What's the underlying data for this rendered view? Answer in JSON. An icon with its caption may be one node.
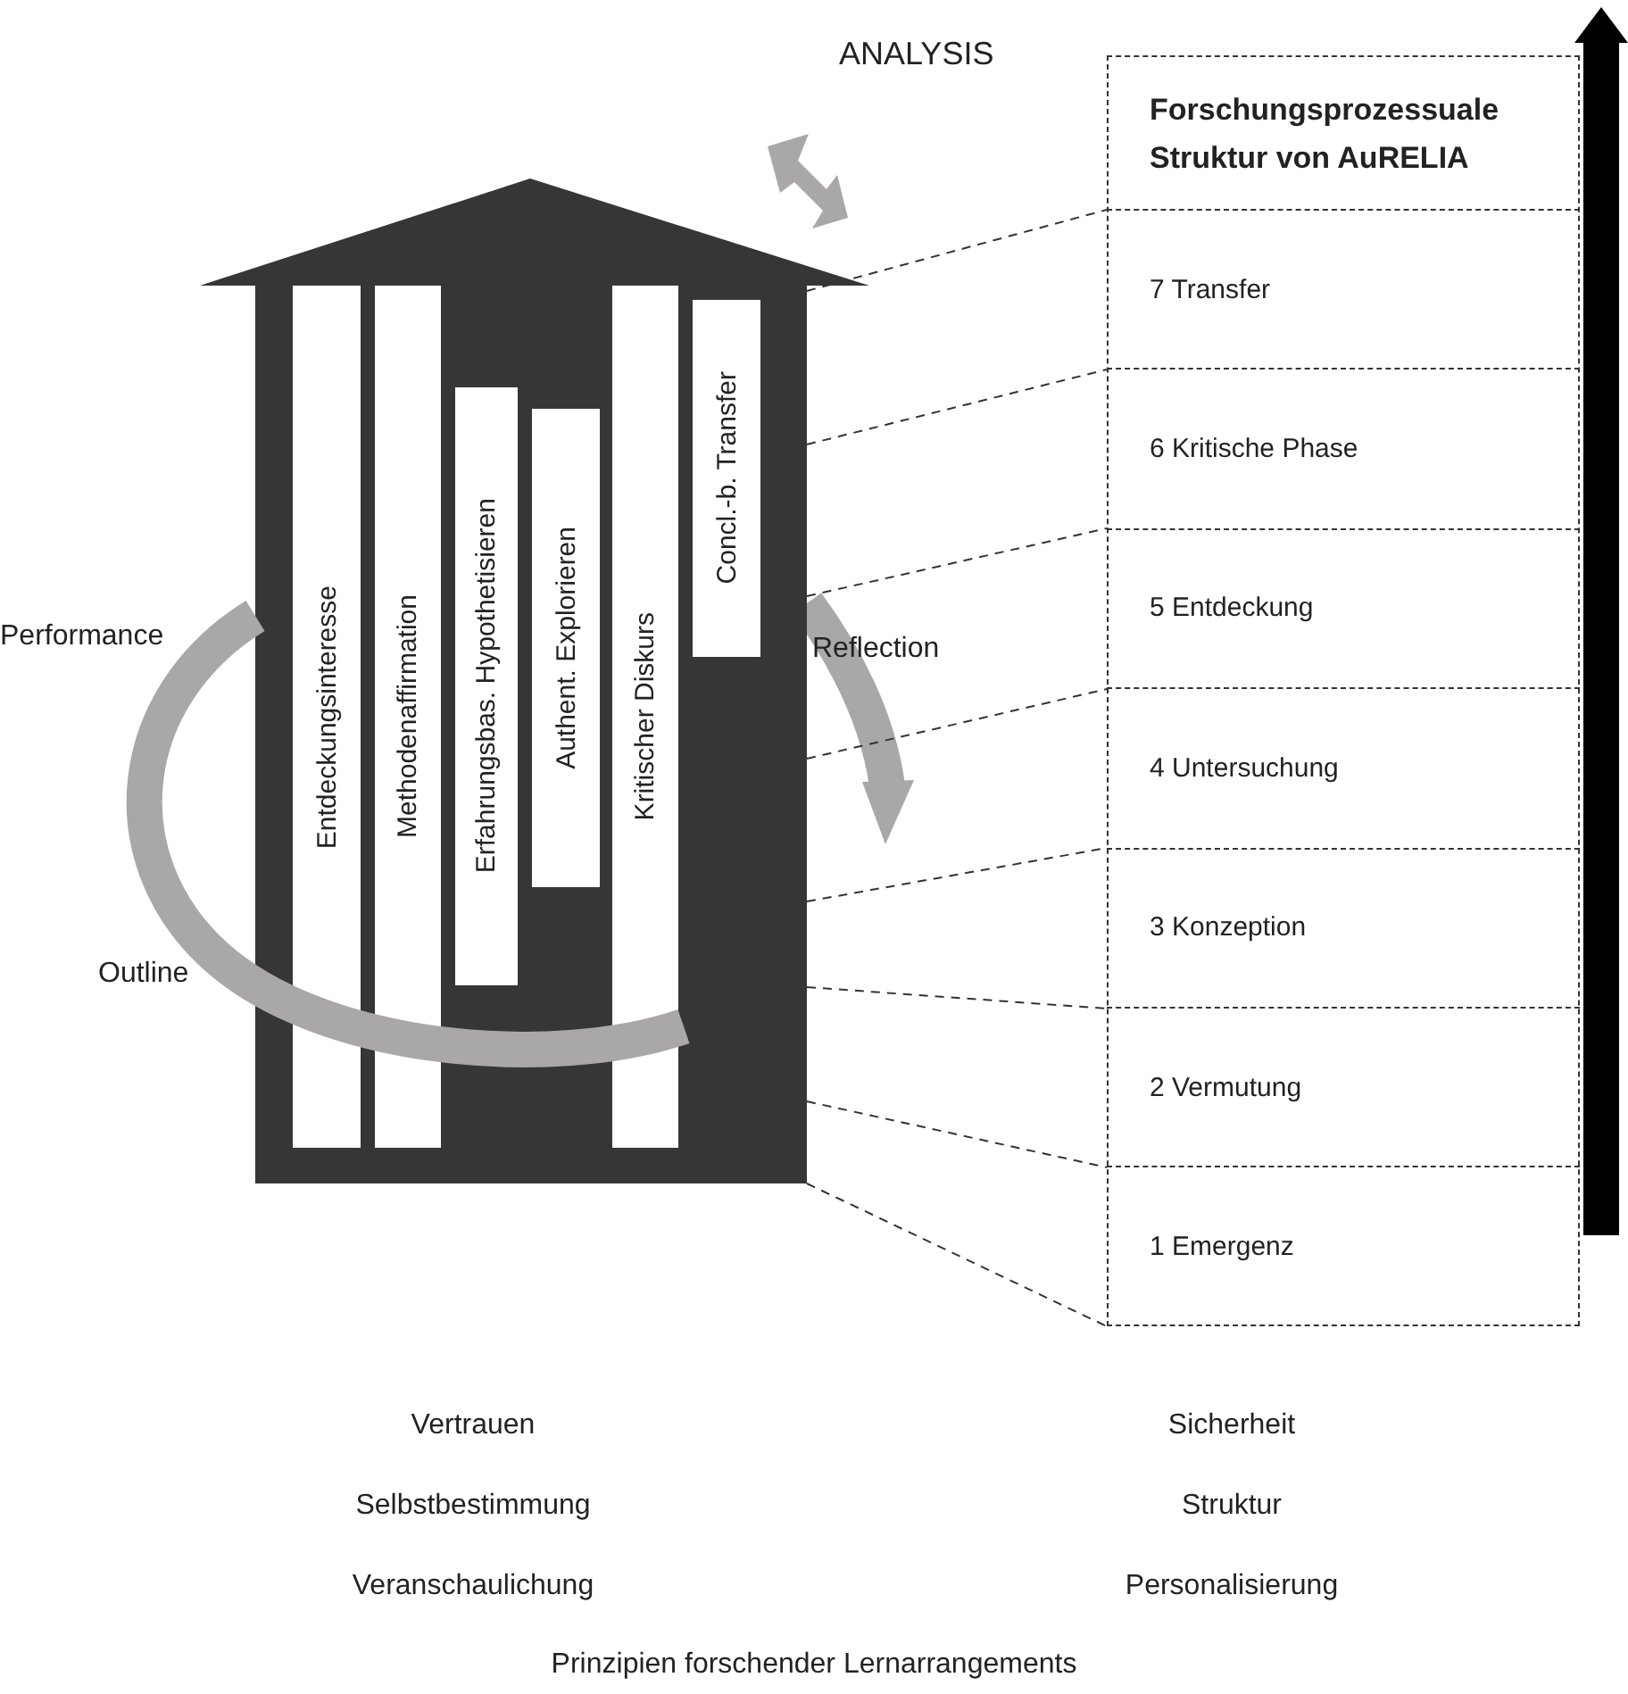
{
  "diagram": {
    "caption": "Prinzipien forschender Lernarrangements",
    "nodes": [
      {
        "text": [],
        "shape": "house"
      },
      {
        "text": [
          "Entdeckungsinteresse"
        ],
        "in": 0
      },
      {
        "text": [
          "Methodenaffirmation"
        ],
        "in": 0
      },
      {
        "text": [
          "Erfahrungsbas. Hypothetisieren"
        ],
        "in": 0
      },
      {
        "text": [
          "Authent. Explorieren"
        ],
        "in": 0
      },
      {
        "text": [
          "Kritischer Diskurs"
        ],
        "in": 0
      },
      {
        "text": [
          "Concl.-b. Transfer"
        ],
        "in": 0
      },
      {
        "text": [
          "Forschungsprozessuale Struktur von AuRELIA"
        ]
      },
      {
        "text": [
          "7 Transfer"
        ],
        "in": 7
      },
      {
        "text": [
          "6 Kritische Phase"
        ],
        "in": 7
      },
      {
        "text": [
          "5 Entdeckung"
        ],
        "in": 7
      },
      {
        "text": [
          "4 Untersuchung"
        ],
        "in": 7
      },
      {
        "text": [
          "3 Konzeption"
        ],
        "in": 7
      },
      {
        "text": [
          "2 Vermutung"
        ],
        "in": 7
      },
      {
        "text": [
          "1 Emergenz"
        ],
        "in": 7
      }
    ],
    "edges": [
      {
        "from": 0,
        "to": 8,
        "arrow": "none",
        "style": "dashed"
      },
      {
        "from": 0,
        "to": 9,
        "arrow": "none",
        "style": "dashed"
      },
      {
        "from": 0,
        "to": 10,
        "arrow": "none",
        "style": "dashed"
      },
      {
        "from": 0,
        "to": 11,
        "arrow": "none",
        "style": "dashed"
      },
      {
        "from": 0,
        "to": 12,
        "arrow": "none",
        "style": "dashed"
      },
      {
        "from": 0,
        "to": 13,
        "arrow": "none",
        "style": "dashed"
      },
      {
        "from": 0,
        "to": 14,
        "arrow": "none",
        "style": "dashed"
      },
      {
        "from": 0,
        "to": 14,
        "arrow": "none",
        "style": "dashed"
      }
    ],
    "labels": [
      "ANALYSIS",
      "Performance",
      "Reflection",
      "Outline",
      "Vertrauen",
      "Sicherheit",
      "Selbstbestimmung",
      "Struktur",
      "Veranschaulichung",
      "Personalisierung"
    ]
  }
}
